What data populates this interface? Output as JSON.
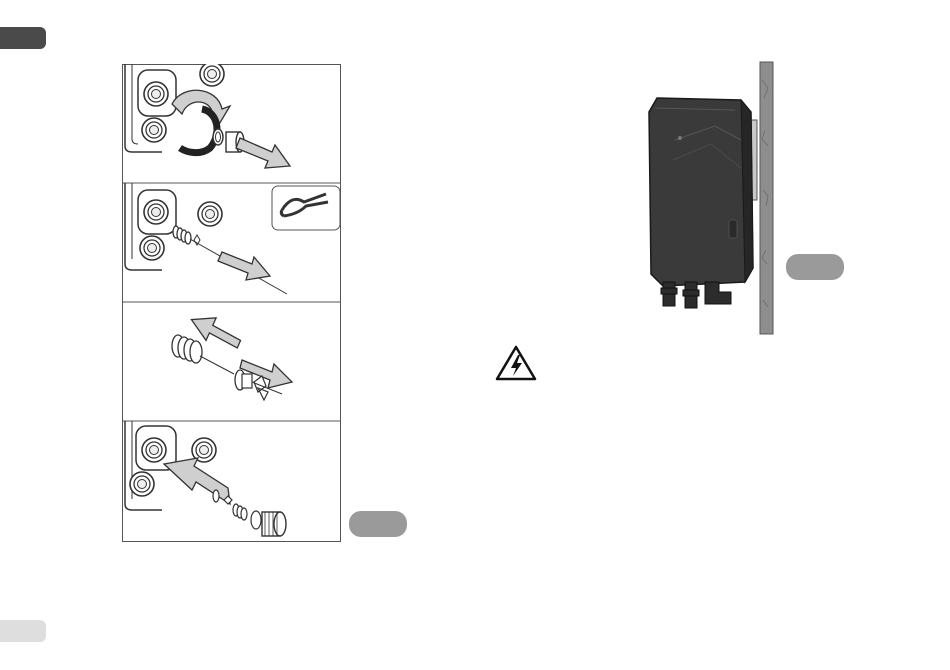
{
  "page": {
    "side_tabs": [
      "top-tab",
      "bottom-tab"
    ],
    "pills": [
      "left-step-pill",
      "right-figure-pill"
    ]
  },
  "steps_panel": {
    "panel_count": 4,
    "tool_icon": "pliers-icon"
  },
  "icons": {
    "warning": "electrical-hazard-icon",
    "device": "wall-mounted-pump-unit"
  },
  "colors": {
    "tab_dark": "#4a4a4a",
    "tab_light": "#dedede",
    "pill": "#9a9a9a",
    "arrow_fill": "#cfcfcf",
    "line": "#333333",
    "device_body": "#3a3a3a",
    "wall": "#8e8e8e"
  }
}
